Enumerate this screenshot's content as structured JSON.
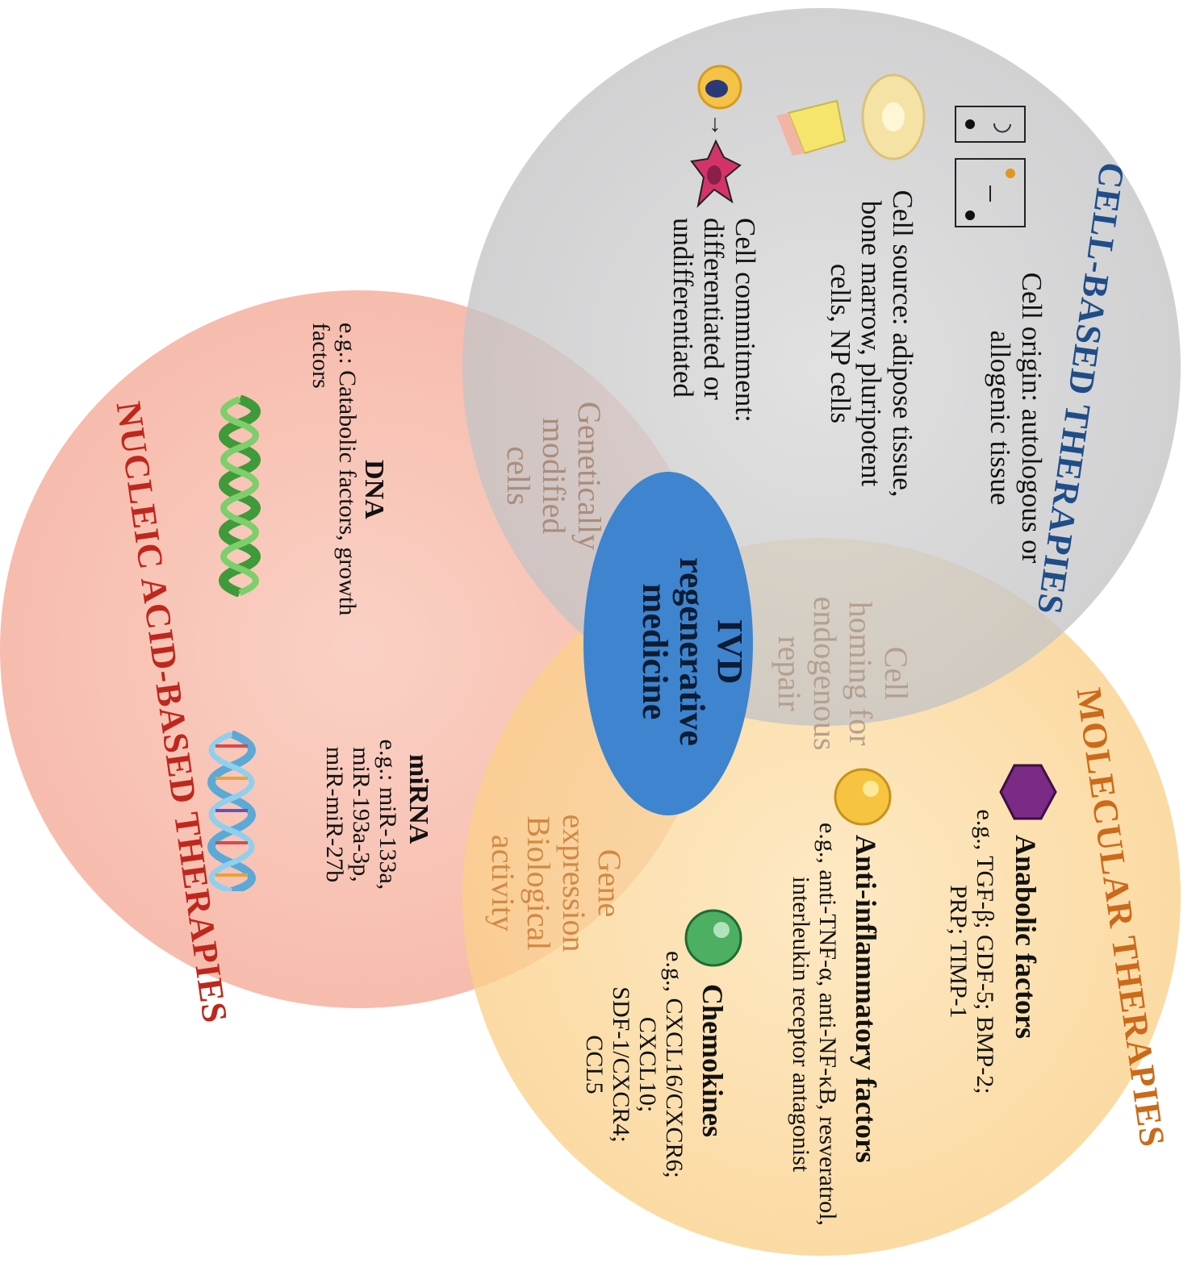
{
  "center": {
    "line1": "IVD",
    "line2": "regenerative",
    "line3": "medicine"
  },
  "colors": {
    "cell": "#c8c8ca",
    "molecular": "#ffd99a",
    "nucleic": "#f7b2a2",
    "center": "#3e84cf",
    "cell_title": "#1f4d8a",
    "molecular_title": "#cc6a1a",
    "nucleic_title": "#c0271c",
    "overlap_text_brown": "#a98d7b",
    "overlap_text_orange": "#d08a45",
    "cell_homing_text": "#b4a08e"
  },
  "cell": {
    "title": "CELL-BASED THERAPIES",
    "origin_line1": "Cell origin: autologous or",
    "origin_line2": "allogenic tissue",
    "source_line1": "Cell source: adipose tissue,",
    "source_line2": "bone marrow, pluripotent",
    "source_line3": "cells, NP cells",
    "commit_line1": "Cell commitment:",
    "commit_line2": "differentiated or",
    "commit_line3": "undifferentiated"
  },
  "molecular": {
    "title": "MOLECULAR THERAPIES",
    "anabolic_title": "Anabolic factors",
    "anabolic_line1": "e.g., TGF-β; GDF-5; BMP-2;",
    "anabolic_line2": "PRP; TIMP-1",
    "anti_title": "Anti-inflammatory factors",
    "anti_line1": "e.g., anti-TNF-α, anti-NF-κB, resveratrol,",
    "anti_line2": "interleukin receptor antagonist",
    "chemo_title": "Chemokines",
    "chemo_line1": "e.g., CXCL16/CXCR6;",
    "chemo_line2": "CXCL10;",
    "chemo_line3": "SDF-1/CXCR4;",
    "chemo_line4": "CCL5"
  },
  "nucleic": {
    "title": "NUCLEIC ACID-BASED THERAPIES",
    "dna_title": "DNA",
    "dna_line1": "e.g.: Catabolic factors, growth",
    "dna_line2": "factors",
    "mirna_title": "miRNA",
    "mirna_line1": "e.g.: miR-133a,",
    "mirna_line2": "miR-193a-3p,",
    "mirna_line3": "miR-miR-27b"
  },
  "overlaps": {
    "genetic_line1": "Genetically",
    "genetic_line2": "modified",
    "genetic_line3": "cells",
    "homing_line1": "Cell",
    "homing_line2": "homing for",
    "homing_line3": "endogenous",
    "homing_line4": "repair",
    "gene_line1": "Gene",
    "gene_line2": "expression",
    "gene_line3": "Biological",
    "gene_line4": "activity"
  },
  "icons": [
    "allogenic-transfer-icon",
    "autologous-loop-icon",
    "pelvis-bone-icon",
    "adipose-tissue-icon",
    "stem-cell-icon",
    "differentiated-cell-icon",
    "hexagon-anabolic-icon",
    "yellow-sphere-icon",
    "green-sphere-icon",
    "dna-helix-icon",
    "mirna-helix-icon"
  ]
}
